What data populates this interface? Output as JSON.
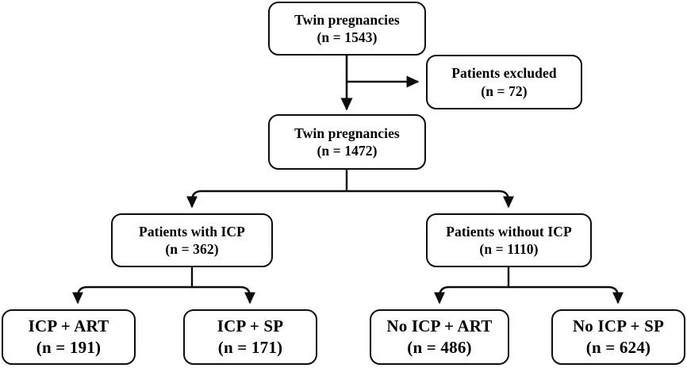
{
  "diagram": {
    "title": "Twin pregnancy patient flow diagram",
    "type": "flowchart",
    "stroke_color": "#0d0d0d",
    "background_color": "#ffffff",
    "text_color": "#000000"
  },
  "nodes": {
    "twin_1543": {
      "line1": "Twin pregnancies",
      "line2": "(n = 1543)"
    },
    "excluded": {
      "line1": "Patients excluded",
      "line2": "(n = 72)"
    },
    "twin_1472": {
      "line1": "Twin pregnancies",
      "line2": "(n = 1472)"
    },
    "with_icp": {
      "line1": "Patients with ICP",
      "line2": "(n = 362)"
    },
    "without_icp": {
      "line1": "Patients without ICP",
      "line2": "(n = 1110)"
    },
    "icp_art": {
      "line1": "ICP + ART",
      "line2": "(n = 191)"
    },
    "icp_sp": {
      "line1": "ICP + SP",
      "line2": "(n = 171)"
    },
    "no_icp_art": {
      "line1": "No ICP + ART",
      "line2": "(n = 486)"
    },
    "no_icp_sp": {
      "line1": "No ICP + SP",
      "line2": "(n = 624)"
    }
  },
  "edges": [
    {
      "from": "twin_1543",
      "to": "excluded",
      "kind": "branch-right"
    },
    {
      "from": "twin_1543",
      "to": "twin_1472",
      "kind": "straight-down"
    },
    {
      "from": "twin_1472",
      "to": "with_icp",
      "kind": "split-left"
    },
    {
      "from": "twin_1472",
      "to": "without_icp",
      "kind": "split-right"
    },
    {
      "from": "with_icp",
      "to": "icp_art",
      "kind": "split-left"
    },
    {
      "from": "with_icp",
      "to": "icp_sp",
      "kind": "split-right"
    },
    {
      "from": "without_icp",
      "to": "no_icp_art",
      "kind": "split-left"
    },
    {
      "from": "without_icp",
      "to": "no_icp_sp",
      "kind": "split-right"
    }
  ]
}
